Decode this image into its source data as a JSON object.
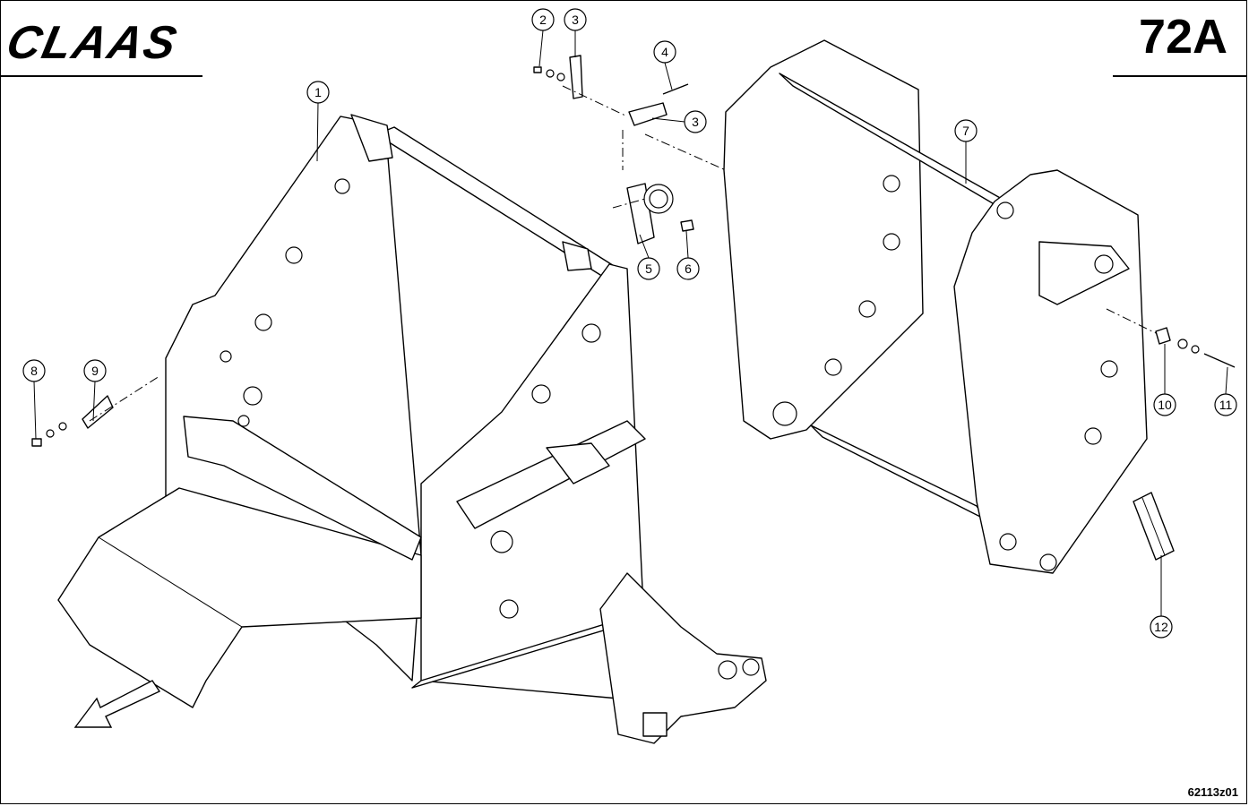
{
  "header": {
    "logo": "CLAAS",
    "page_number": "72A"
  },
  "footer": {
    "drawing_id": "62113z01"
  },
  "callouts": [
    {
      "id": "c2",
      "label": "2"
    },
    {
      "id": "c3a",
      "label": "3"
    },
    {
      "id": "c4",
      "label": "4"
    },
    {
      "id": "c3b",
      "label": "3"
    },
    {
      "id": "c1",
      "label": "1"
    },
    {
      "id": "c7",
      "label": "7"
    },
    {
      "id": "c5",
      "label": "5"
    },
    {
      "id": "c6",
      "label": "6"
    },
    {
      "id": "c8",
      "label": "8"
    },
    {
      "id": "c9",
      "label": "9"
    },
    {
      "id": "c10",
      "label": "10"
    },
    {
      "id": "c11",
      "label": "11"
    },
    {
      "id": "c12",
      "label": "12"
    }
  ]
}
